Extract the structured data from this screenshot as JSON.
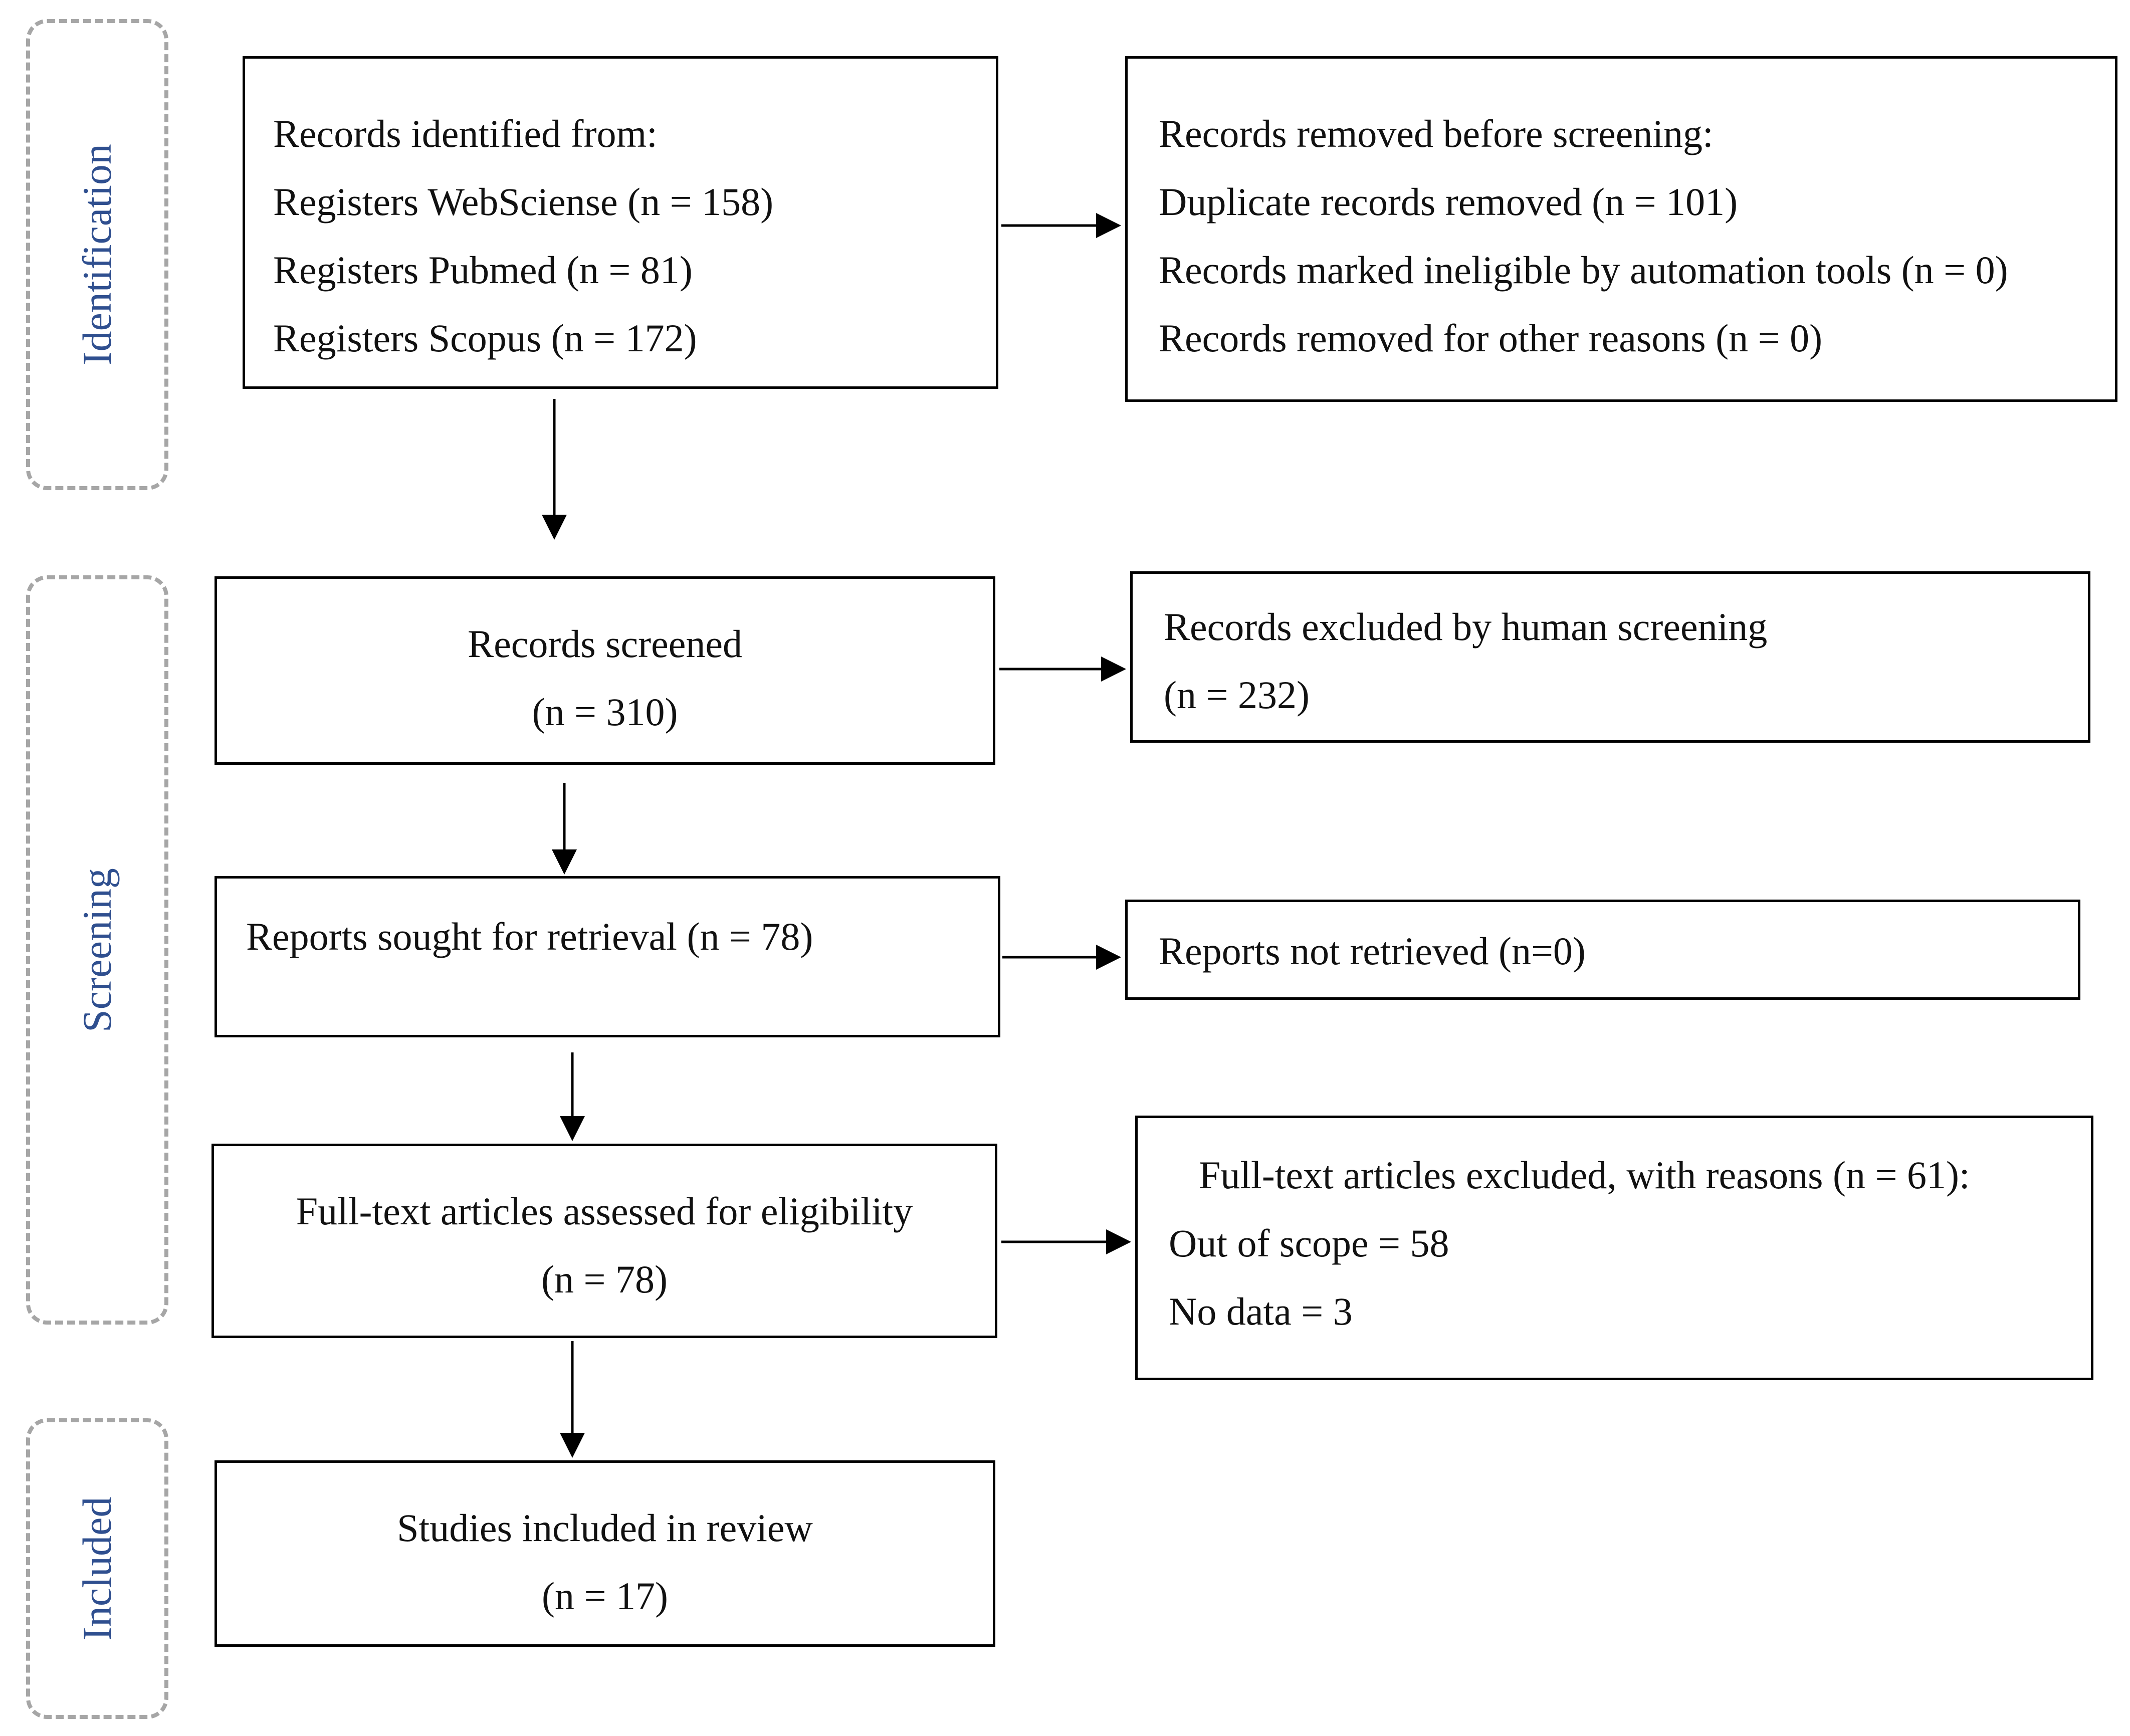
{
  "phases": {
    "identification": "Identification",
    "screening": "Screening",
    "included": "Included"
  },
  "identification": {
    "records_identified": {
      "title": "Records identified from:",
      "lines": [
        "Registers WebSciense (n = 158)",
        "Registers Pubmed (n = 81)",
        "Registers Scopus (n = 172)"
      ]
    },
    "records_removed": {
      "title": "Records removed before screening:",
      "lines": [
        "Duplicate records removed (n = 101)",
        "Records marked ineligible by automation tools (n = 0)",
        "Records removed for other reasons (n = 0)"
      ]
    }
  },
  "screening": {
    "records_screened": {
      "title": "Records screened",
      "count": "(n = 310)"
    },
    "records_excluded": {
      "title": "Records excluded by human screening",
      "count": "(n = 232)"
    },
    "reports_sought": {
      "title": "Reports sought for retrieval (n = 78)"
    },
    "reports_not_retrieved": {
      "title": "Reports not retrieved (n=0)"
    },
    "full_text_assessed": {
      "title": "Full-text articles assessed for eligibility",
      "count": "(n = 78)"
    },
    "full_text_excluded": {
      "title": "Full-text articles excluded, with reasons (n = 61):",
      "lines": [
        "Out of scope = 58",
        "No data = 3"
      ]
    }
  },
  "included": {
    "studies_included": {
      "title": "Studies included in review",
      "count": "(n = 17)"
    }
  },
  "colors": {
    "phase_label": "#2f4f8f",
    "phase_border": "#a6a6a6",
    "box_border": "#000000"
  }
}
